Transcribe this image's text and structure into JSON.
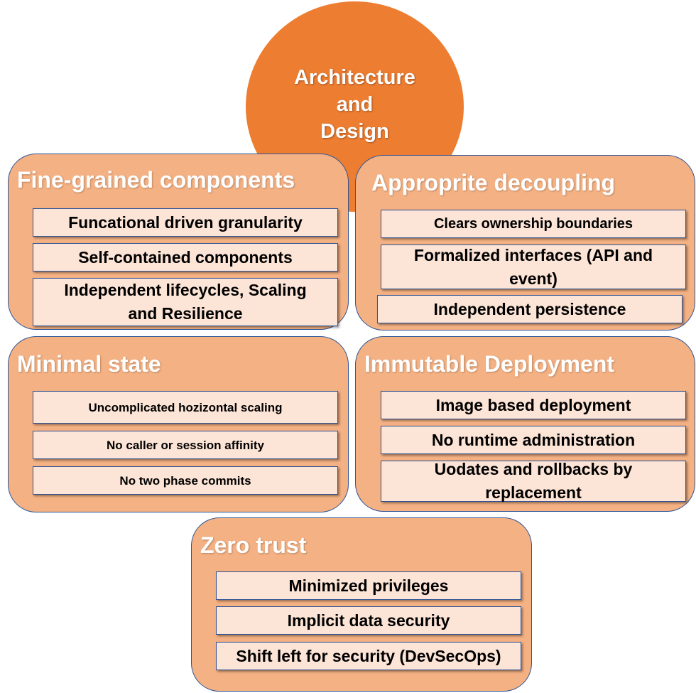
{
  "center": {
    "lines": [
      "Architecture",
      "and",
      "Design"
    ]
  },
  "groups": [
    {
      "title": "Fine-grained components",
      "items": [
        "Funcational driven granularity",
        "Self-contained components",
        "Independent lifecycles, Scaling and Resilience"
      ]
    },
    {
      "title": "Approprite decoupling",
      "items": [
        "Clears ownership boundaries",
        "Formalized interfaces (API and event)",
        "Independent persistence"
      ]
    },
    {
      "title": "Minimal state",
      "items": [
        "Uncomplicated hozizontal scaling",
        "No caller or session affinity",
        "No two phase commits"
      ]
    },
    {
      "title": "Immutable Deployment",
      "items": [
        "Image based deployment",
        "No runtime administration",
        "Uodates and rollbacks by replacement"
      ]
    },
    {
      "title": "Zero trust",
      "items": [
        "Minimized privileges",
        "Implicit data security",
        "Shift left for security (DevSecOps)"
      ]
    }
  ],
  "colors": {
    "circle": "#ED7D31",
    "group_fill": "#F4B183",
    "item_fill": "#FCE4D6",
    "border": "#2F5597"
  }
}
